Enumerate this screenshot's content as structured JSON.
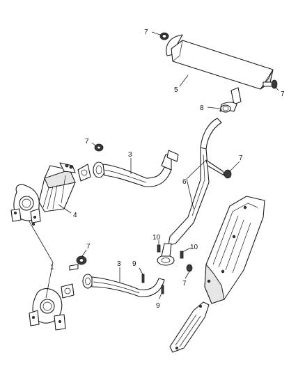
{
  "callouts": {
    "c1": "1",
    "c3a": "3",
    "c3b": "3",
    "c4": "4",
    "c5": "5",
    "c6": "6",
    "c7a": "7",
    "c7b": "7",
    "c7c": "7",
    "c7d": "7",
    "c7e": "7",
    "c7f": "7",
    "c8": "8",
    "c9a": "9",
    "c9b": "9",
    "c10a": "10",
    "c10b": "10"
  }
}
